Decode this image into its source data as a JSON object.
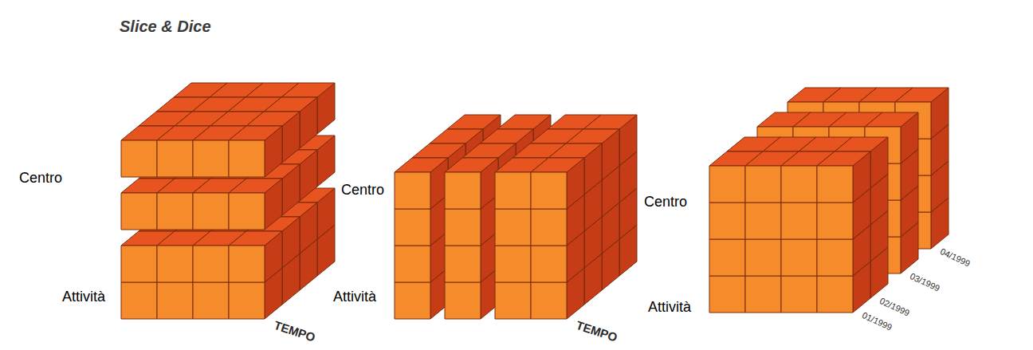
{
  "diagram": {
    "title": "Slice & Dice",
    "labels": [
      "Centro",
      "Centro",
      "Centro",
      "Attività",
      "Attività",
      "Attività",
      "TEMPO",
      "TEMPO",
      "01/1999",
      "02/1999",
      "03/1999",
      "04/1999"
    ]
  }
}
